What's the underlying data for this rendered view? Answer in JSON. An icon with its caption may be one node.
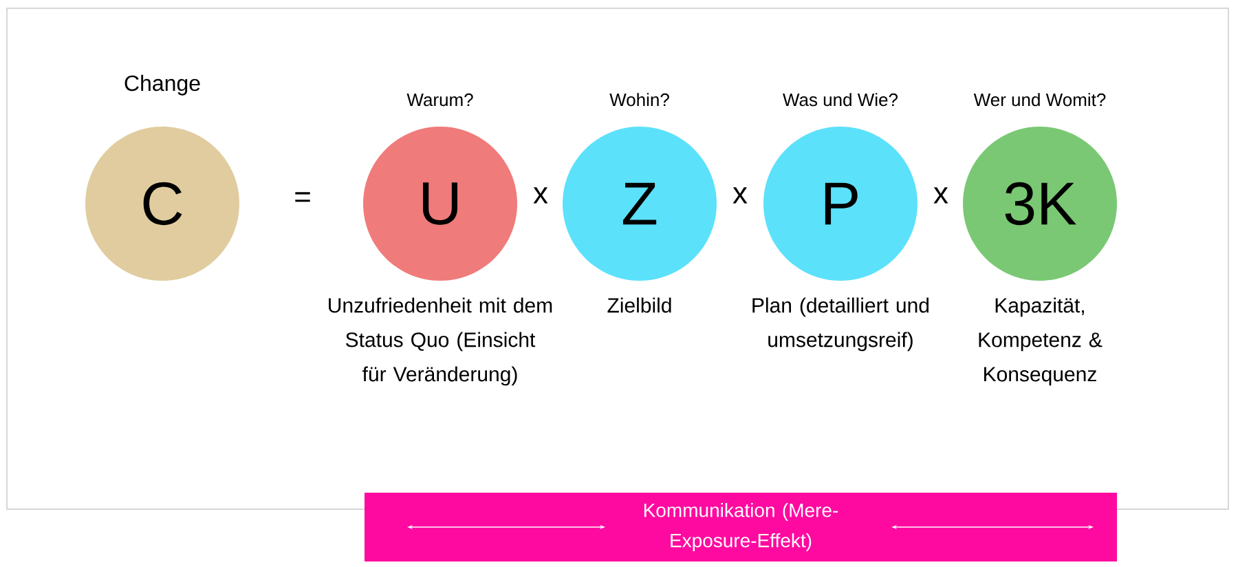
{
  "diagram": {
    "nodes": [
      {
        "text": [
          "Change",
          "C"
        ]
      },
      {
        "text": [
          "Warum?",
          "U"
        ],
        "beside": [
          "Unzufriedenheit mit dem Status Quo (Einsicht für Veränderung)"
        ]
      },
      {
        "text": [
          "Wohin?",
          "Z"
        ],
        "beside": [
          "Zielbild"
        ]
      },
      {
        "text": [
          "Was und Wie?",
          "P"
        ],
        "beside": [
          "Plan (detailliert und umsetzungsreif)"
        ]
      },
      {
        "text": [
          "Wer und Womit?",
          "3K"
        ],
        "beside": [
          "Kapazität, Kompetenz & Konsequenz"
        ]
      },
      {
        "text": [
          "Kommunikation (Mere-Exposure-Effekt)"
        ]
      }
    ],
    "labels": [
      "=",
      "x",
      "x",
      "x"
    ]
  }
}
